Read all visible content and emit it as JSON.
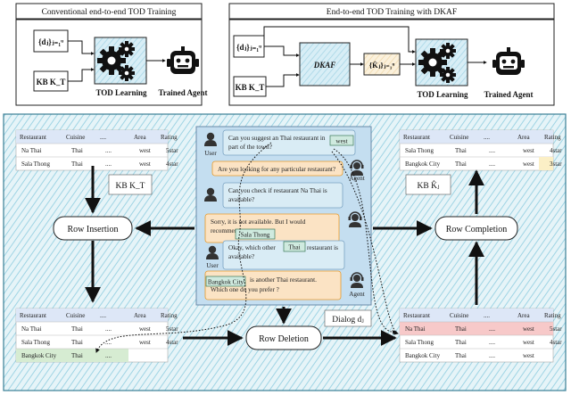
{
  "top_left": {
    "title": "Conventional end-to-end TOD Training",
    "dialog_label": "{dⱼ}ⱼ₌₁ᵘ",
    "kb_label": "KB K_T",
    "learning_label": "TOD Learning",
    "agent_label": "Trained Agent"
  },
  "top_right": {
    "title": "End-to-end TOD Training with DKAF",
    "dialog_label": "{dⱼ}ⱼ₌₁ᵘ",
    "kb_label": "KB K_T",
    "dkaf_label": "DKAF",
    "kb_hat_label": "{K̂ⱼ}ⱼ₌₁ᵘ",
    "learning_label": "TOD Learning",
    "agent_label": "Trained Agent"
  },
  "tables": {
    "headers": [
      "Restaurant",
      "Cuisine",
      "....",
      "Area",
      "Rating"
    ],
    "kb_top_left": [
      [
        "Na Thai",
        "Thai",
        "....",
        "west",
        "5star"
      ],
      [
        "Sala Thong",
        "Thai",
        "....",
        "west",
        "4star"
      ]
    ],
    "kb_bottom_left": [
      [
        "Na Thai",
        "Thai",
        "....",
        "west",
        "5star"
      ],
      [
        "Sala Thong",
        "Thai",
        "....",
        "west",
        "4star"
      ],
      [
        "Bangkok City",
        "Thai",
        "....",
        "",
        ""
      ]
    ],
    "kb_top_right": [
      [
        "Sala Thong",
        "Thai",
        "....",
        "west",
        "4star"
      ],
      [
        "Bangkok City",
        "Thai",
        "....",
        "west",
        "3star"
      ]
    ],
    "kb_bottom_right": [
      [
        "Na Thai",
        "Thai",
        "....",
        "west",
        "5star"
      ],
      [
        "Sala Thong",
        "Thai",
        "....",
        "west",
        "4star"
      ],
      [
        "Bangkok City",
        "Thai",
        "....",
        "west",
        ""
      ]
    ]
  },
  "labels": {
    "kb_t": "KB K_T",
    "kb_hat": "KB K̂ⱼ",
    "row_insertion": "Row Insertion",
    "row_completion": "Row Completion",
    "row_deletion": "Row Deletion",
    "dialog": "Dialog dⱼ",
    "user": "User",
    "agent": "Agent"
  },
  "dialog": [
    {
      "speaker": "user",
      "lines": [
        "Can you suggest an Thai restaurant in",
        "part of the town?"
      ],
      "highlight": "west"
    },
    {
      "speaker": "agent",
      "lines": [
        "Are you looking for any particular restaurant?"
      ]
    },
    {
      "speaker": "user",
      "lines": [
        "Can you check if restaurant Na Thai is",
        "available?"
      ]
    },
    {
      "speaker": "agent",
      "lines": [
        "Sorry, it is not available. But I would",
        "recommend"
      ],
      "highlight": "Sala Thong"
    },
    {
      "speaker": "user",
      "lines": [
        "Okay, which other",
        "restaurant is",
        "available?"
      ],
      "highlight": "Thai"
    },
    {
      "speaker": "agent",
      "lines": [
        "is another Thai restaurant.",
        "Which one do you prefer ?"
      ],
      "highlight": "Bangkok City"
    }
  ],
  "colors": {
    "bg_hatch": "#bfe3ee",
    "user_bubble": "#d9ecf5",
    "agent_bubble": "#fbe3c4",
    "highlight_green": "#cfeadf",
    "row_red": "#f7c9c9",
    "row_green": "#d6ecd2",
    "row_yellow": "#fbefc6",
    "table_header": "#dde7f7",
    "dkaf_fill": "#cfe6f0",
    "kbhat_fill": "#fbefd6",
    "bubble_border": "#e89a2a"
  },
  "icons": [
    "gears-icon",
    "robot-icon",
    "user-icon",
    "agent-headset-icon",
    "arrow-icon"
  ]
}
